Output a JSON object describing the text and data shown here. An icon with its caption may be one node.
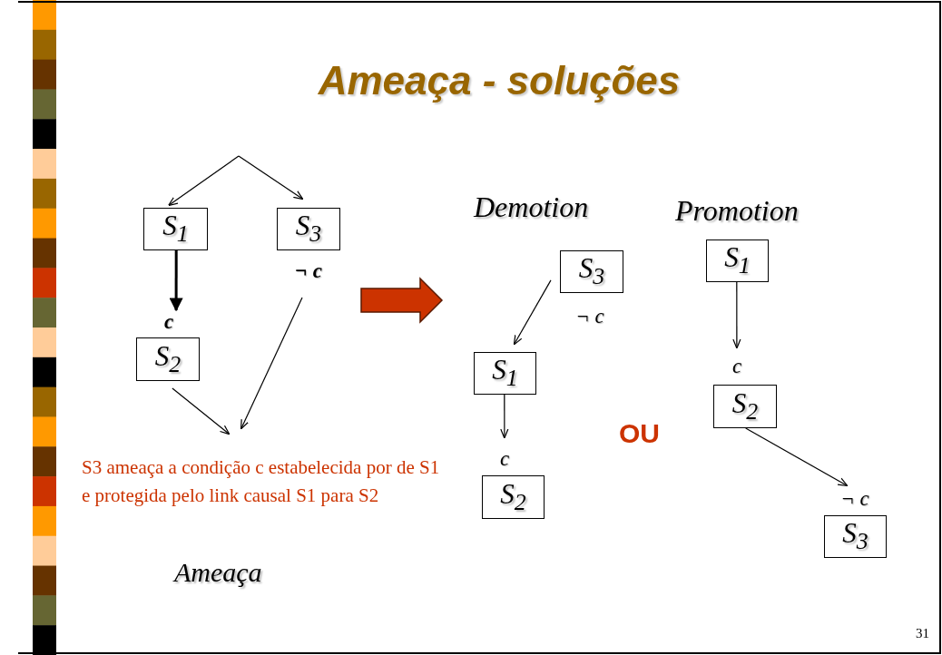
{
  "diagram": {
    "title": "Ameaça - soluções",
    "nodes": [
      {
        "text": [
          "S$_{1}$"
        ]
      },
      {
        "text": [
          "S$_{3}$"
        ],
        "beside": [
          "¬ c"
        ]
      },
      {
        "text": [
          "S$_{2}$"
        ],
        "beside": [
          "c"
        ]
      },
      {
        "text": [
          "S$_{3}$"
        ],
        "beside": [
          "¬ c"
        ]
      },
      {
        "text": [
          "S$_{1}$"
        ]
      },
      {
        "text": [
          "S$_{2}$"
        ],
        "beside": [
          "c"
        ]
      },
      {
        "text": [
          "S$_{1}$"
        ]
      },
      {
        "text": [
          "S$_{2}$"
        ],
        "beside": [
          "c"
        ]
      },
      {
        "text": [
          "S$_{3}$"
        ],
        "beside": [
          "¬ c"
        ]
      }
    ],
    "edges": [
      {
        "from": null,
        "to": 0,
        "arrow": "to"
      },
      {
        "from": null,
        "to": 1,
        "arrow": "to"
      },
      {
        "from": 0,
        "to": 2,
        "arrow": "to",
        "style": "thick"
      },
      {
        "from": 2,
        "to": null,
        "arrow": "to"
      },
      {
        "from": 1,
        "to": null,
        "arrow": "to"
      },
      {
        "from": 3,
        "to": 4,
        "arrow": "to"
      },
      {
        "from": 4,
        "to": 5,
        "arrow": "to"
      },
      {
        "from": 6,
        "to": 7,
        "arrow": "to"
      },
      {
        "from": 7,
        "to": 8,
        "arrow": "to"
      }
    ],
    "labels": [
      "Demotion",
      "Promotion",
      "OU",
      "S3 ameaça a condição c estabelecida por de S1 e protegida pelo link causal S1 para S2",
      "Ameaça",
      "31"
    ]
  }
}
